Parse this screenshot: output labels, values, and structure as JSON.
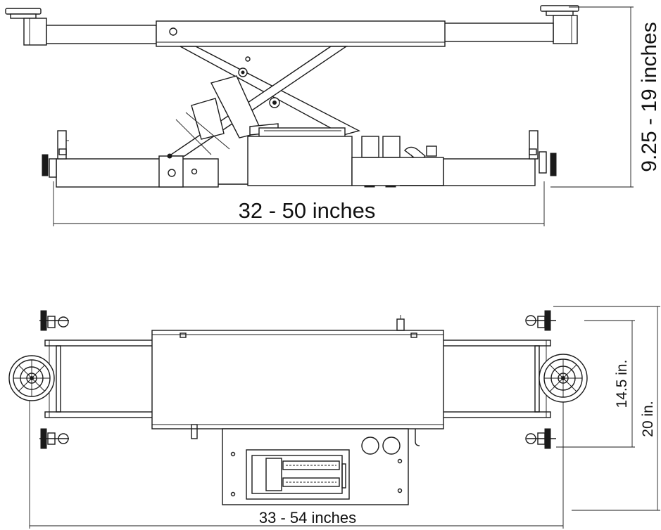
{
  "side_view": {
    "width_label": "32 - 50 inches",
    "height_label": "9.25 - 19 inches"
  },
  "top_view": {
    "width_label": "33 - 54 inches",
    "inner_depth_label": "14.5 in.",
    "outer_depth_label": "20 in."
  },
  "colors": {
    "line": "#1a1a1a",
    "background": "#ffffff"
  }
}
